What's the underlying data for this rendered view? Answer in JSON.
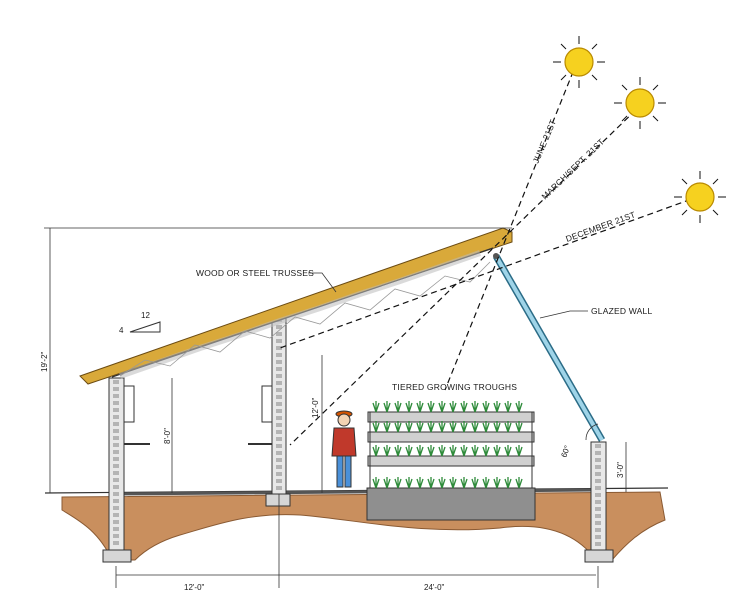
{
  "labels": {
    "trusses": "WOOD OR STEEL TRUSSES",
    "glazed_wall": "GLAZED WALL",
    "troughs": "TIERED GROWING TROUGHS",
    "june": "JUNE 21ST",
    "march_sept": "MARCH/SEPT. 21ST",
    "december": "DECEMBER 21ST"
  },
  "roof_pitch": {
    "rise": "4",
    "run": "12"
  },
  "dimensions": {
    "overall_height": "19'-2\"",
    "wall_height_left": "8'-0\"",
    "wall_height_mid": "12'-0\"",
    "kneewall_height": "3'-0\"",
    "glazing_angle": "60°",
    "width_left": "12'-0\"",
    "width_right": "24'-0\""
  },
  "colors": {
    "ground": "#c98f5e",
    "roof": "#d9a93a",
    "sun": "#f6d11f",
    "glazing": "#9fd4e8",
    "shirt": "#c0392b",
    "pants": "#4a90d9",
    "plant": "#2e8b3a"
  }
}
